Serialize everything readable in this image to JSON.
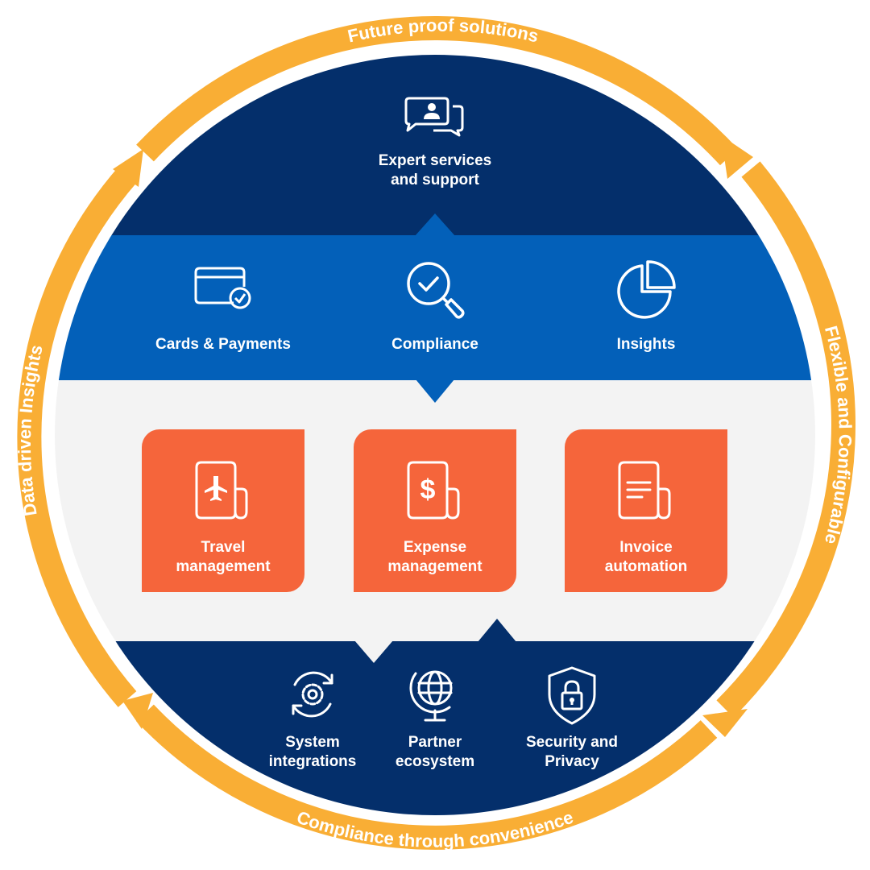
{
  "colors": {
    "ring": "#F9AE35",
    "navy": "#042F6B",
    "blue": "#0360B9",
    "light_band": "#F3F3F3",
    "card": "#F5653B",
    "white": "#FFFFFF"
  },
  "ring_labels": {
    "top": "Future proof solutions",
    "right": "Flexible and Configurable",
    "bottom": "Compliance through convenience",
    "left": "Data driven Insights"
  },
  "top_section": {
    "icon": "chat-support-icon",
    "label": "Expert services\nand support"
  },
  "middle_band": {
    "items": [
      {
        "icon": "credit-card-check-icon",
        "label": "Cards & Payments"
      },
      {
        "icon": "search-check-icon",
        "label": "Compliance"
      },
      {
        "icon": "pie-chart-icon",
        "label": "Insights"
      }
    ]
  },
  "core_cards": [
    {
      "icon": "travel-document-icon",
      "label": "Travel\nmanagement"
    },
    {
      "icon": "expense-document-icon",
      "label": "Expense\nmanagement"
    },
    {
      "icon": "invoice-document-icon",
      "label": "Invoice\nautomation"
    }
  ],
  "bottom_section": {
    "items": [
      {
        "icon": "gear-cycle-icon",
        "label": "System\nintegrations"
      },
      {
        "icon": "globe-stand-icon",
        "label": "Partner\necosystem"
      },
      {
        "icon": "shield-lock-icon",
        "label": "Security and\nPrivacy"
      }
    ]
  }
}
